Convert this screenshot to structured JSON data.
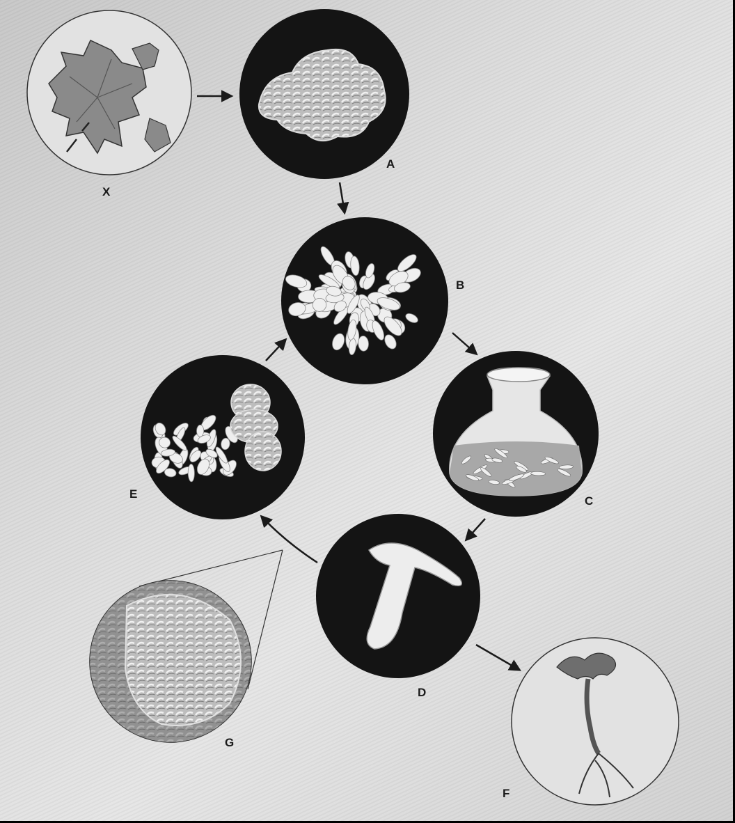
{
  "labels": {
    "x": "X",
    "a": "A",
    "b": "B",
    "c": "C",
    "d": "D",
    "e": "E",
    "f": "F",
    "g": "G"
  },
  "colors": {
    "dark_circle": "#141414",
    "background": "#d8d8d8",
    "ink": "#1a1a1a",
    "tissue_light": "#e9e9e9"
  }
}
